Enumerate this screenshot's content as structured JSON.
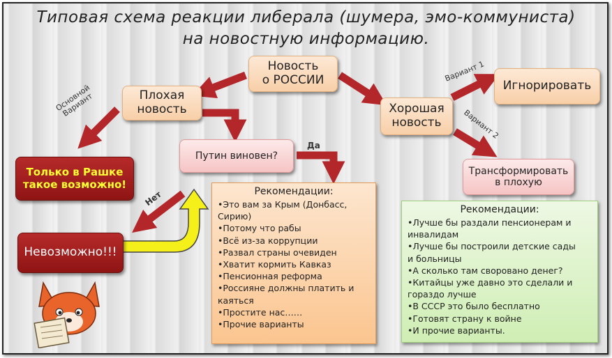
{
  "title_line1": "Типовая схема  реакции либерала (шумера, эмо-коммуниста)",
  "title_line2": "на новостную информацию.",
  "nodes": {
    "news": "Новость\nо РОССИИ",
    "bad": "Плохая\nновость",
    "good": "Хорошая\nновость",
    "ignore": "Игнорировать",
    "transform": "Трансформировать\nв плохую",
    "putin": "Путин виновен?",
    "only_russia": "Только в  Рашке\nтакое возможно!",
    "impossible": "Невозможно!!!"
  },
  "edge_labels": {
    "main_variant": "Основной\nВариант",
    "variant1": "Вариант 1",
    "variant2": "Вариант 2",
    "yes": "Да",
    "no": "Нет"
  },
  "rec_orange": {
    "title": "Рекомендации:",
    "items": [
      "•Это вам за Крым (Донбасс,",
      "Сирию)",
      "•Потому что рабы",
      "•Всё из-за коррупции",
      "•Развал страны очевиден",
      "•Хватит кормить Кавказ",
      "•Пенсионная реформа",
      "•Россияне должны платить и",
      "каяться",
      "•Простите нас……",
      "•Прочие варианты"
    ]
  },
  "rec_green": {
    "title": "Рекомендации:",
    "items": [
      "•Лучше бы раздали пенсионерам и",
      "инвалидам",
      "•Лучше бы построили детские сады",
      "и больницы",
      "•А сколько там своровано денег?",
      "•Китайцы уже давно это сделали и",
      "гораздо лучше",
      "•В СССР это было бесплатно",
      "•Готовят страну к войне",
      "•И прочие варианты."
    ]
  },
  "colors": {
    "arrow": "#b3262a",
    "yellow_arrow": "#f5ef1a",
    "orange_rec": "#fbc58f",
    "green_rec": "#cfeeb4",
    "red_box": "#a01e1e"
  }
}
